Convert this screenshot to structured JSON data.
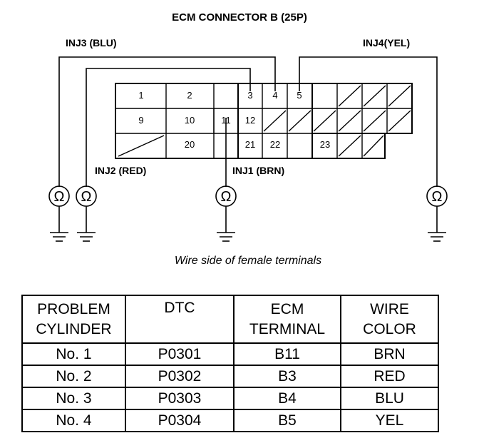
{
  "title": "ECM CONNECTOR B (25P)",
  "wire_labels": {
    "inj3": "INJ3 (BLU)",
    "inj4": "INJ4(YEL)",
    "inj2": "INJ2 (RED)",
    "inj1": "INJ1 (BRN)"
  },
  "pins": {
    "p1": "1",
    "p2": "2",
    "p3": "3",
    "p4": "4",
    "p5": "5",
    "p9": "9",
    "p10": "10",
    "p11": "11",
    "p12": "12",
    "p20": "20",
    "p21": "21",
    "p22": "22",
    "p23": "23"
  },
  "ohm_symbol": "Ω",
  "caption": "Wire side of female terminals",
  "table": {
    "headers": [
      {
        "line1": "PROBLEM",
        "line2": "CYLINDER"
      },
      {
        "line1": "DTC",
        "line2": ""
      },
      {
        "line1": "ECM",
        "line2": "TERMINAL"
      },
      {
        "line1": "WIRE",
        "line2": "COLOR"
      }
    ],
    "rows": [
      {
        "cylinder": "No. 1",
        "dtc": "P0301",
        "terminal": "B11",
        "color": "BRN"
      },
      {
        "cylinder": "No. 2",
        "dtc": "P0302",
        "terminal": "B3",
        "color": "RED"
      },
      {
        "cylinder": "No. 3",
        "dtc": "P0303",
        "terminal": "B4",
        "color": "BLU"
      },
      {
        "cylinder": "No. 4",
        "dtc": "P0304",
        "terminal": "B5",
        "color": "YEL"
      }
    ]
  }
}
